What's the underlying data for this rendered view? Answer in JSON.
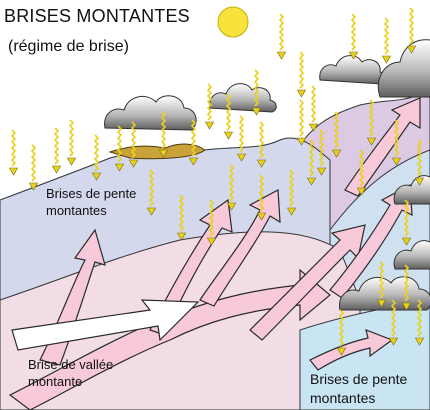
{
  "diagram": {
    "title": "BRISES MONTANTES",
    "subtitle": "(régime de brise)",
    "labels": {
      "slope_breeze_upper": "Brises de pente montantes",
      "valley_breeze": "Brise de vallée montante",
      "slope_breeze_lower": "Brises de pente montantes"
    },
    "icons": [
      "sun-icon",
      "cloud-icon",
      "sunray-icon"
    ],
    "colors": {
      "sun": "#f7e33c",
      "breeze_arrow": "#f6c8d8",
      "breeze_arrow_outline": "#2a2a2a",
      "rays": "#f3e22a",
      "mountain_back": "#d9c7e2",
      "slope_blue": "#cfd9ec",
      "valley_pink": "#f3dde6",
      "lake_blue": "#c7e3f3",
      "cloud_dark": "#6f6f6f",
      "cloud_light": "#ffffff"
    }
  }
}
